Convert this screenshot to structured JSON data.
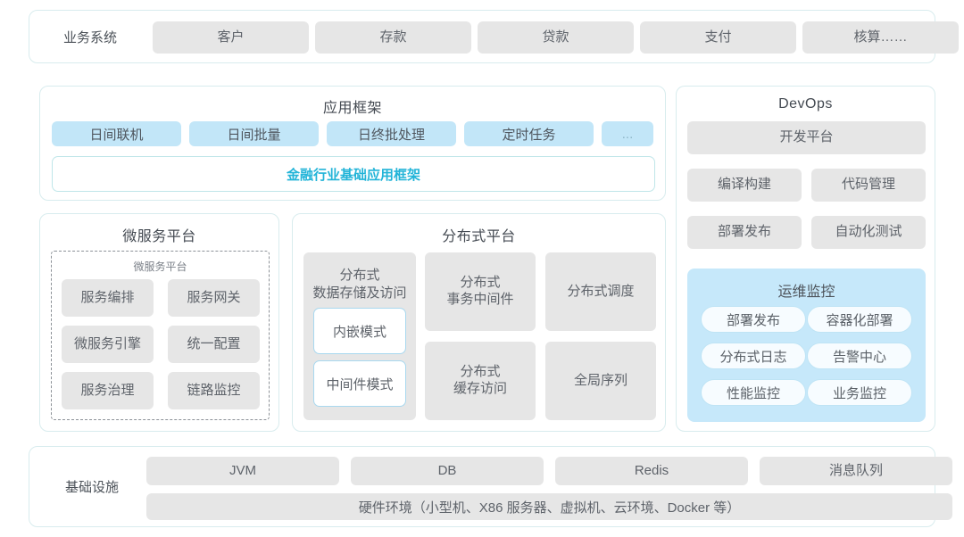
{
  "business_system": {
    "label": "业务系统",
    "items": [
      "客户",
      "存款",
      "贷款",
      "支付",
      "核算……"
    ]
  },
  "app_framework": {
    "title": "应用框架",
    "chips": [
      "日间联机",
      "日间批量",
      "日终批处理",
      "定时任务",
      "..."
    ],
    "base_bar": "金融行业基础应用框架",
    "accent_color": "#23b4d8"
  },
  "microservice_platform": {
    "title": "微服务平台",
    "inner_title": "微服务平台",
    "items": [
      "服务编排",
      "服务网关",
      "微服务引擎",
      "统一配置",
      "服务治理",
      "链路监控"
    ]
  },
  "distributed_platform": {
    "title": "分布式平台",
    "storage": {
      "title": "分布式\n数据存储及访问",
      "title_line1": "分布式",
      "title_line2": "数据存储及访问",
      "modes": [
        "内嵌模式",
        "中间件模式"
      ]
    },
    "boxes": [
      {
        "line1": "分布式",
        "line2": "事务中间件"
      },
      {
        "line1": "分布式调度",
        "line2": ""
      },
      {
        "line1": "分布式",
        "line2": "缓存访问"
      },
      {
        "line1": "全局序列",
        "line2": ""
      }
    ]
  },
  "devops": {
    "title": "DevOps",
    "platform": "开发平台",
    "items": [
      "编译构建",
      "代码管理",
      "部署发布",
      "自动化测试"
    ],
    "ops_monitor": {
      "title": "运维监控",
      "items": [
        "部署发布",
        "容器化部署",
        "分布式日志",
        "告警中心",
        "性能监控",
        "业务监控"
      ]
    }
  },
  "infrastructure": {
    "label": "基础设施",
    "items": [
      "JVM",
      "DB",
      "Redis",
      "消息队列"
    ],
    "hardware": "硬件环境（小型机、X86 服务器、虚拟机、云环境、Docker 等）"
  }
}
